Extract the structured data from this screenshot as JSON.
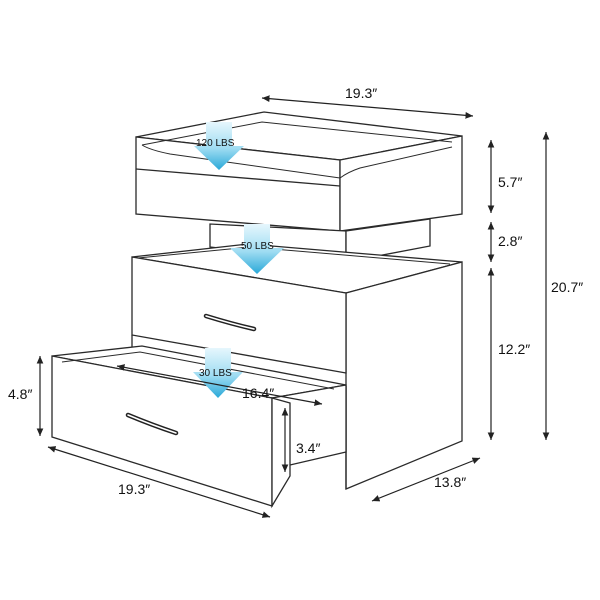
{
  "dimensions": {
    "top_width": "19.3″",
    "tray_height": "5.7″",
    "gap_height": "2.8″",
    "total_height": "20.7″",
    "body_height": "12.2″",
    "drawer_front_height": "4.8″",
    "drawer_depth": "16.4″",
    "drawer_inner_height": "3.4″",
    "bottom_width": "19.3″",
    "depth": "13.8″"
  },
  "loads": {
    "top": "120 LBS",
    "middle": "50 LBS",
    "drawer": "30 LBS"
  },
  "colors": {
    "line": "#2a2a2a",
    "arrow_light": "#cfeffa",
    "arrow_dark": "#3fb3dc"
  }
}
